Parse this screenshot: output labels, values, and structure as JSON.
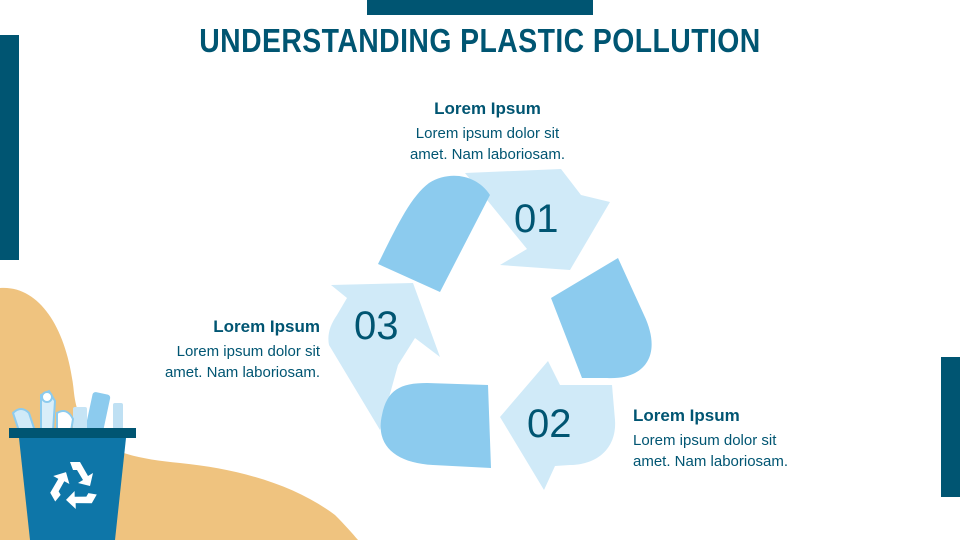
{
  "title": "UNDERSTANDING PLASTIC POLLUTION",
  "colors": {
    "primary": "#005572",
    "light_blue": "#d0eaf8",
    "mid_blue": "#8ccbee",
    "sand": "#efc37f",
    "bin_blue": "#0e76a8"
  },
  "steps": [
    {
      "number": "01",
      "heading": "Lorem Ipsum",
      "lines": [
        "Lorem ipsum dolor sit",
        "amet. Nam laboriosam."
      ]
    },
    {
      "number": "02",
      "heading": "Lorem Ipsum",
      "lines": [
        "Lorem ipsum dolor sit",
        "amet. Nam laboriosam."
      ]
    },
    {
      "number": "03",
      "heading": "Lorem Ipsum",
      "lines": [
        "Lorem ipsum dolor sit",
        "amet. Nam laboriosam."
      ]
    }
  ],
  "icons": {
    "recycle_cycle": "recycle-cycle-icon",
    "bin": "recycling-bin-icon",
    "bin_symbol": "recycle-symbol-icon"
  }
}
